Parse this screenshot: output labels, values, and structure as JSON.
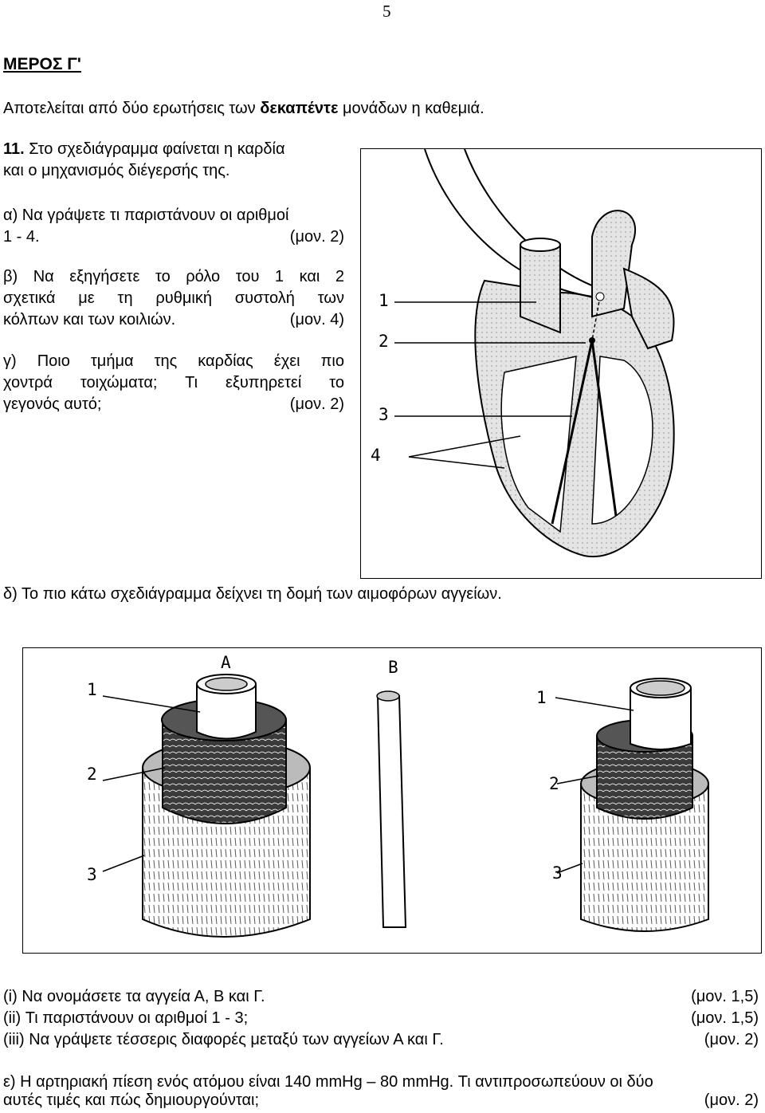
{
  "page_number": "5",
  "section_heading": "ΜΕΡΟΣ Γ'",
  "intro": {
    "before": "Αποτελείται από δύο ερωτήσεις των ",
    "bold": "δεκαπέντε",
    "after": " μονάδων η καθεμιά."
  },
  "question": {
    "number": "11.",
    "stem_line1": " Στο σχεδιάγραμμα φαίνεται η καρδία",
    "stem_line2": "και ο μηχανισμός διέγερσής της.",
    "a_line1": "α) Να γράψετε τι παριστάνουν οι αριθμοί",
    "a_line2": "1 - 4.",
    "a_marks": "(μον. 2)",
    "b_line1": "β) Να εξηγήσετε το ρόλο του 1 και 2",
    "b_line2": "σχετικά με τη ρυθμική συστολή των",
    "b_line3": "κόλπων και των κοιλιών.",
    "b_marks": "(μον. 4)",
    "c_line1": "γ) Ποιο τμήμα της καρδίας έχει πιο",
    "c_line2": "χοντρά τοιχώματα; Τι εξυπηρετεί το",
    "c_line3": "γεγονός αυτό;",
    "c_marks": "(μον. 2)",
    "d_text": "δ) Το πιο κάτω σχεδιάγραμμα δείχνει τη δομή των αιμοφόρων αγγείων.",
    "d_i": "(i) Να ονομάσετε τα αγγεία Α, Β και Γ.",
    "d_i_marks": "(μον. 1,5)",
    "d_ii": "(ii) Τι παριστάνουν οι αριθμοί 1 - 3;",
    "d_ii_marks": "(μον. 1,5)",
    "d_iii": "(iii) Να γράψετε τέσσερις διαφορές μεταξύ των αγγείων Α και Γ.",
    "d_iii_marks": "(μον. 2)",
    "e_line1": "ε) Η αρτηριακή πίεση ενός ατόμου είναι 140 mmHg – 80 mmHg. Τι αντιπροσωπεύουν οι δύο",
    "e_line2": "αυτές τιμές και πώς δημιουργούνται;",
    "e_marks": "(μον. 2)"
  },
  "heart_diagram": {
    "labels": [
      "1",
      "2",
      "3",
      "4"
    ]
  },
  "vessel_diagram": {
    "vessel_labels": [
      "Α",
      "Β"
    ],
    "left_numbers": [
      "1",
      "2",
      "3"
    ],
    "right_numbers": [
      "1",
      "2",
      "3"
    ]
  }
}
